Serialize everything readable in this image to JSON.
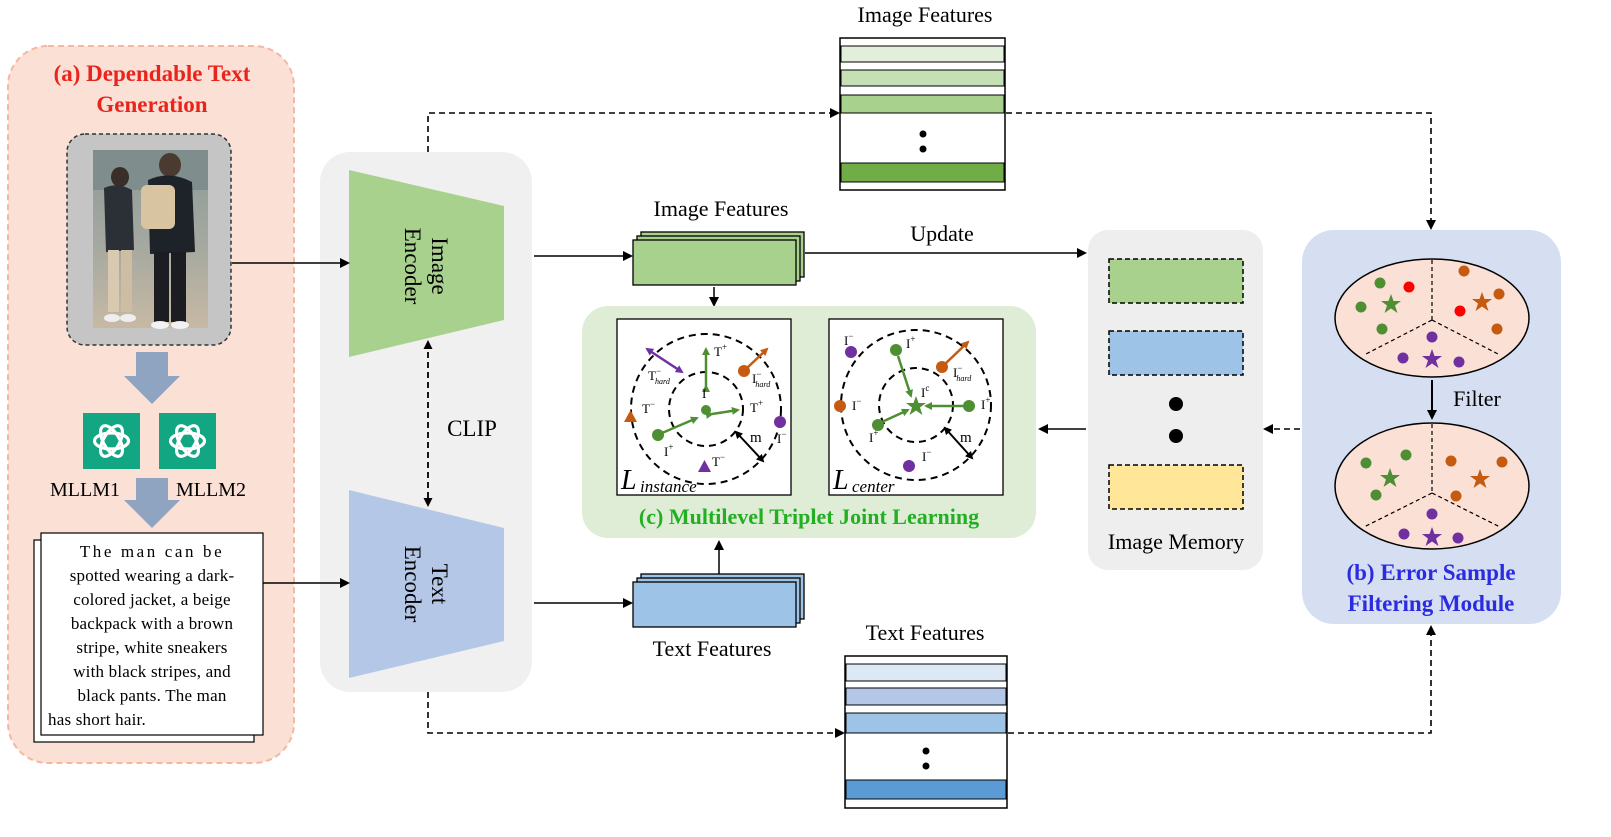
{
  "panel_a": {
    "title": "(a) Dependable Text Generation",
    "title_line1": "(a) Dependable Text",
    "title_line2": "Generation",
    "mllm1": "MLLM1",
    "mllm2": "MLLM2",
    "caption_lines": [
      "The man can be",
      "spotted wearing a dark-",
      "colored jacket, a beige",
      "backpack with a brown",
      "stripe, white sneakers",
      "with black stripes, and",
      "black pants. The man",
      "has short hair."
    ]
  },
  "clip": {
    "image_encoder_line1": "Image",
    "image_encoder_line2": "Encoder",
    "text_encoder_line1": "Text",
    "text_encoder_line2": "Encoder",
    "label": "CLIP"
  },
  "features": {
    "image_features_top": "Image Features",
    "image_features_mid": "Image Features",
    "text_features_mid": "Text Features",
    "text_features_bottom": "Text Features",
    "update": "Update"
  },
  "panel_c": {
    "title": "(c) Multilevel Triplet Joint Learning",
    "loss_instance_L": "L",
    "loss_instance_sub": "instance",
    "loss_center_L": "L",
    "loss_center_sub": "center"
  },
  "memory": {
    "label": "Image Memory"
  },
  "panel_b": {
    "title_line1": "(b) Error Sample",
    "title_line2": "Filtering Module",
    "filter": "Filter"
  },
  "colors": {
    "panel_a_bg": "#fbe0d6",
    "panel_a_border": "#f4b8a0",
    "panel_a_title": "#e8241c",
    "panel_b_bg": "#d6dff2",
    "panel_b_title": "#2b2be0",
    "panel_c_bg": "#dfedd6",
    "panel_c_title": "#22b022",
    "green": "#a9d18e",
    "blue": "#9dc3e6",
    "yellow": "#ffe699",
    "dark_green": "#4f8f34",
    "orange": "#c55a11",
    "purple": "#7030a0",
    "red": "#ff0000"
  },
  "icons": [
    "openai-logo-icon",
    "openai-logo-icon",
    "pedestrian-photo"
  ]
}
